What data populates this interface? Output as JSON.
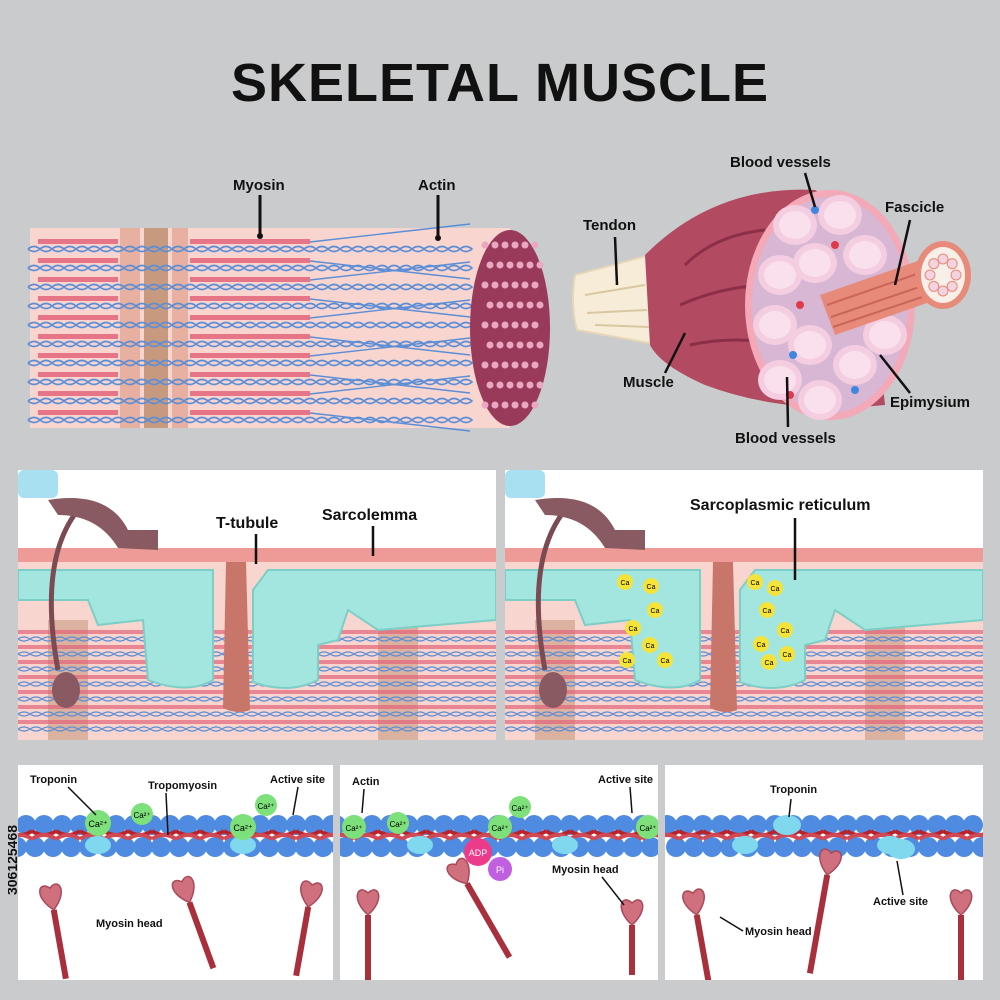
{
  "title": "SKELETAL MUSCLE",
  "top": {
    "myosin": "Myosin",
    "actin": "Actin",
    "tendon": "Tendon",
    "muscle": "Muscle",
    "blood_vessels_top": "Blood vessels",
    "blood_vessels_bottom": "Blood vessels",
    "fascicle": "Fascicle",
    "epimysium": "Epimysium"
  },
  "middle": {
    "t_tubule": "T-tubule",
    "sarcolemma": "Sarcolemma",
    "sarcoplasmic_reticulum": "Sarcoplasmic reticulum",
    "ion": "Ca"
  },
  "bottom": {
    "p1": {
      "troponin": "Troponin",
      "tropomyosin": "Tropomyosin",
      "active_site": "Active site",
      "myosin_head": "Myosin head",
      "ca": "Ca²⁺"
    },
    "p2": {
      "actin": "Actin",
      "active_site": "Active site",
      "myosin_head": "Myosin head",
      "adp": "ADP",
      "pi": "Pi",
      "ca": "Ca²⁺"
    },
    "p3": {
      "troponin": "Troponin",
      "active_site": "Active site",
      "myosin_head": "Myosin head"
    }
  },
  "side_id": "306125468",
  "colors": {
    "background": "#c9cbcc",
    "fiber": "#f9d5cf",
    "actin": "#5b8ed6",
    "myosin": "#e2647a",
    "muscle": "#b24a62",
    "reticulum": "#a3e5df",
    "ca_ion": "#f5e33a",
    "troponin": "#7de07a",
    "tropomyosin": "#b8222b"
  }
}
